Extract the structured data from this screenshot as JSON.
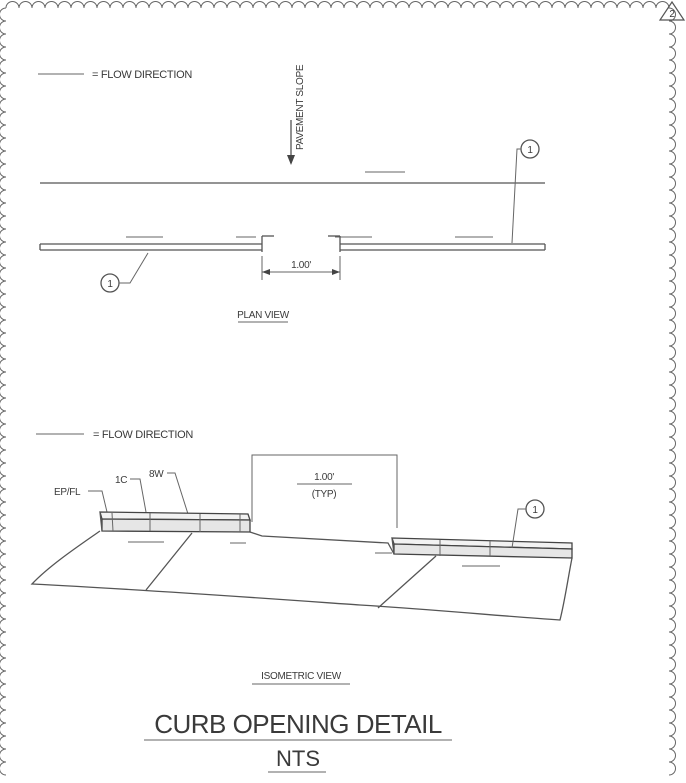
{
  "revision_marker": "2",
  "plan_view": {
    "legend_text": "= FLOW DIRECTION",
    "pavement_slope_label": "PAVEMENT SLOPE",
    "dimension_text": "1.00'",
    "callout_number_left": "1",
    "callout_number_right": "1",
    "view_label": "PLAN VIEW"
  },
  "isometric_view": {
    "legend_text": "= FLOW DIRECTION",
    "label_ep_fl": "EP/FL",
    "label_1c": "1C",
    "label_8w": "8W",
    "dimension_text": "1.00'",
    "dimension_note": "(TYP)",
    "callout_number": "1",
    "view_label": "ISOMETRIC VIEW"
  },
  "detail_title": "CURB OPENING DETAIL",
  "detail_scale": "NTS"
}
